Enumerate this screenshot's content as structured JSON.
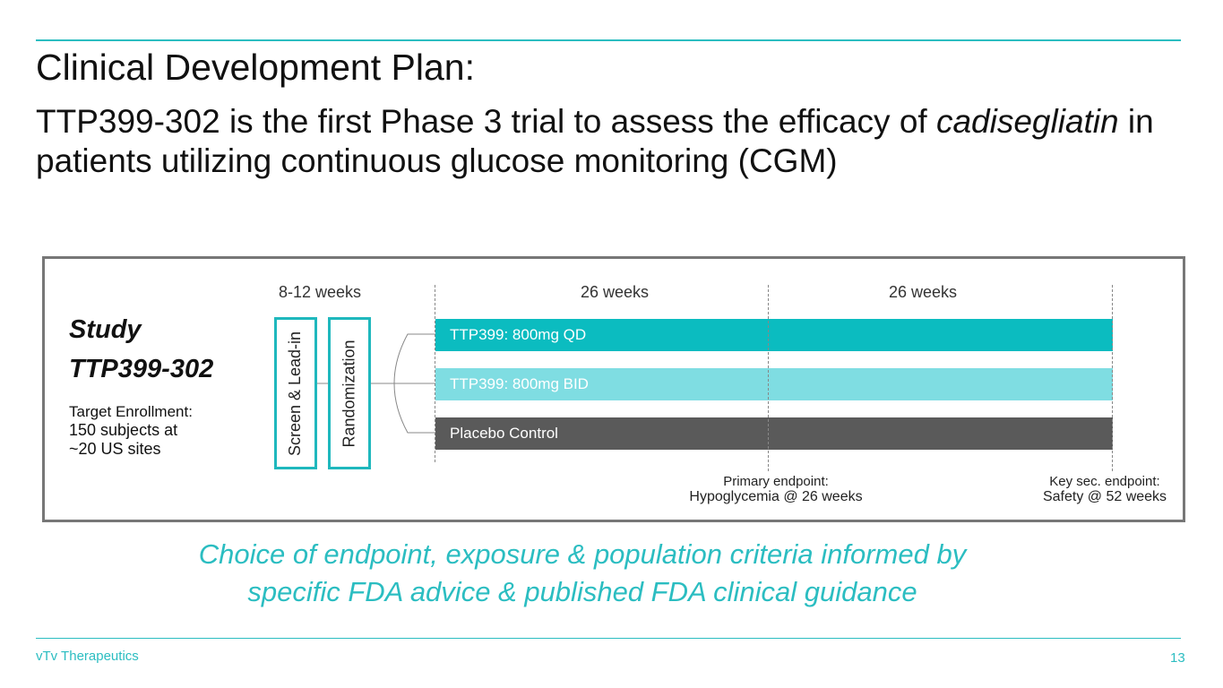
{
  "title": "Clinical Development Plan:",
  "subtitle": {
    "pre": "TTP399-302 is the first Phase 3 trial to assess the efficacy of ",
    "italic": "cadisegliatin",
    "post": " in patients utilizing continuous glucose monitoring (CGM)"
  },
  "study": {
    "line1": "Study",
    "line2": "TTP399-302",
    "enroll_label": "Target Enrollment:",
    "enroll_line1": "150 subjects at",
    "enroll_line2": "~20 US sites"
  },
  "periods": [
    "8-12 weeks",
    "26 weeks",
    "26 weeks"
  ],
  "stages": [
    "Screen & Lead-in",
    "Randomization"
  ],
  "arms": [
    {
      "label": "TTP399: 800mg QD",
      "color": "#0bbcc0"
    },
    {
      "label": "TTP399: 800mg BID",
      "color": "#7fdde2"
    },
    {
      "label": "Placebo Control",
      "color": "#5a5a5a"
    }
  ],
  "endpoints": [
    {
      "title": "Primary endpoint:",
      "value": "Hypoglycemia @ 26 weeks"
    },
    {
      "title": "Key sec. endpoint:",
      "value": "Safety @ 52 weeks"
    }
  ],
  "tagline": {
    "line1": "Choice of endpoint, exposure & population criteria informed by",
    "line2": "specific FDA advice & published FDA clinical guidance"
  },
  "footer": {
    "company": "vTv Therapeutics",
    "page": "13"
  }
}
